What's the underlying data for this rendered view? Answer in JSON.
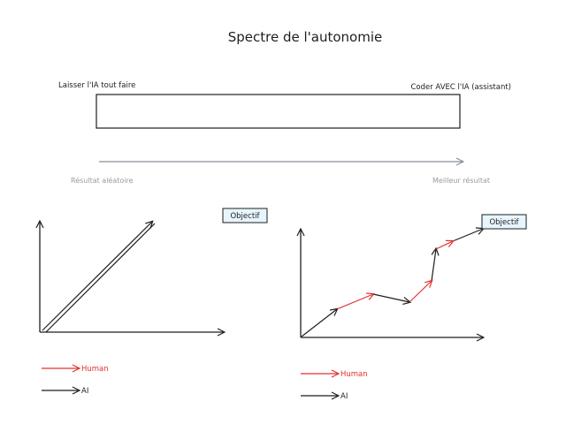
{
  "title": "Spectre de l'autonomie",
  "spectrum": {
    "left_label": "Laisser l'IA tout faire",
    "right_label": "Coder AVEC l'IA (assistant)",
    "bottom_left": "Résultat aléatoire",
    "bottom_right": "Meilleur résultat"
  },
  "left_chart": {
    "objective_label": "Objectif",
    "legend": {
      "human": "Human",
      "ai": "AI"
    }
  },
  "right_chart": {
    "objective_label": "Objectif",
    "legend": {
      "human": "Human",
      "ai": "AI"
    }
  },
  "colors": {
    "human": "#e03131",
    "ai": "#1e1e1e",
    "objective_fill": "#e7f5ff"
  }
}
